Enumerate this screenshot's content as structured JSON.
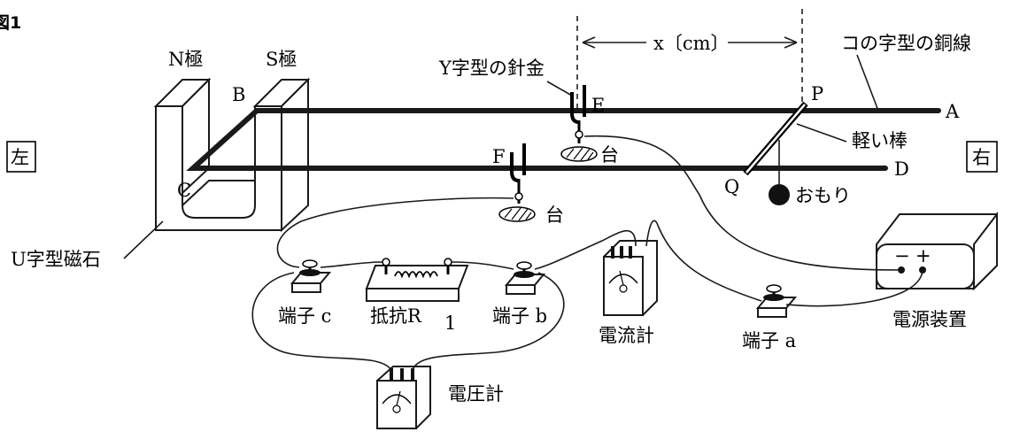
{
  "figure_label": "図1",
  "side_left": "左",
  "side_right": "右",
  "magnet": {
    "north": "N極",
    "south": "S極",
    "name": "U字型磁石"
  },
  "points": {
    "A": "A",
    "B": "B",
    "C": "C",
    "D": "D",
    "E": "E",
    "F": "F",
    "P": "P",
    "Q": "Q"
  },
  "distance_label": "x〔cm〕",
  "copper_wire": "コの字型の銅線",
  "y_wire": "Y字型の針金",
  "stand": "台",
  "light_rod": "軽い棒",
  "weight": "おもり",
  "power_supply": {
    "name": "電源装置",
    "minus": "−",
    "plus": "+"
  },
  "ammeter": "電流計",
  "voltmeter": "電圧計",
  "resistor": {
    "prefix": "抵抗R",
    "sub": "1"
  },
  "terminals": {
    "a": "端子 a",
    "b": "端子 b",
    "c": "端子 c"
  }
}
